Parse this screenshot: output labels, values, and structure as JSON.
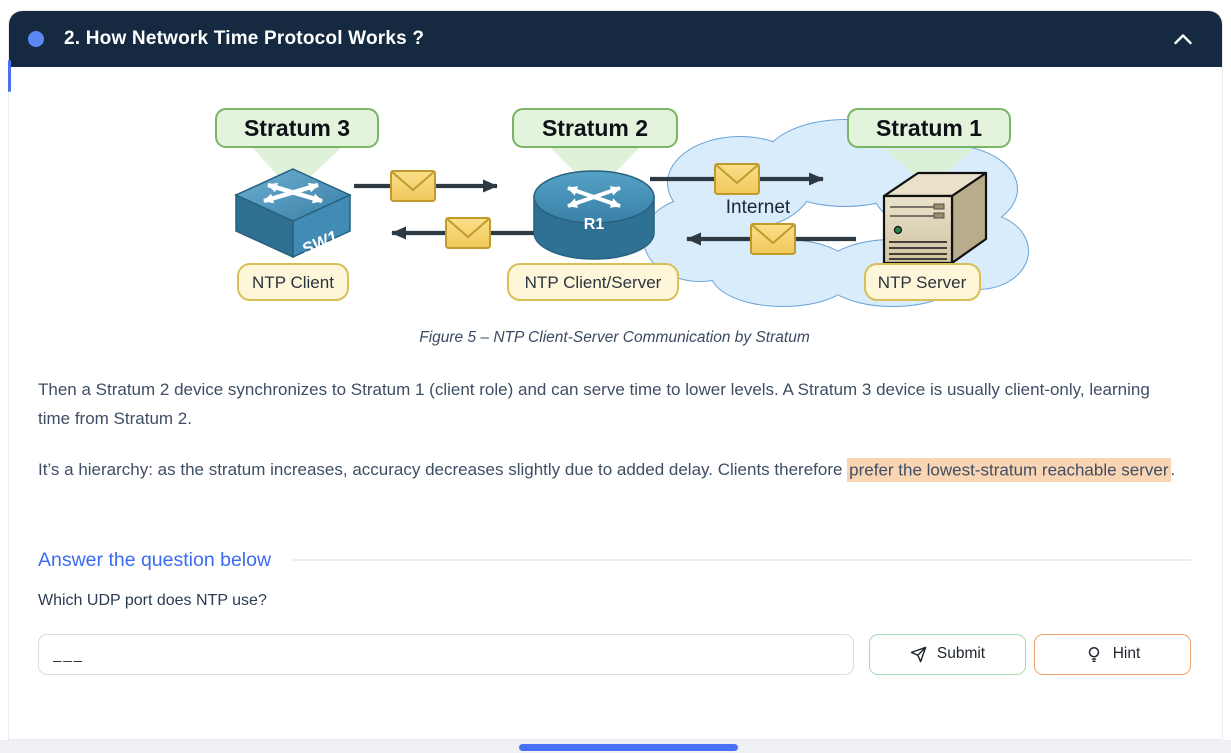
{
  "header": {
    "title": "2. How Network Time Protocol Works ?",
    "toggle_icon": "chevron-up",
    "bullet_color": "#5b87f2",
    "bg_color": "#152a40"
  },
  "diagram": {
    "stratum_labels": [
      "Stratum 3",
      "Stratum 2",
      "Stratum 1"
    ],
    "device_labels": {
      "switch": "SW1",
      "router": "R1"
    },
    "role_labels": [
      "NTP Client",
      "NTP Client/Server",
      "NTP Server"
    ],
    "cloud_label": "Internet",
    "caption": "Figure 5 – NTP Client-Server Communication by Stratum"
  },
  "content": {
    "paragraph1": "Then a Stratum 2 device synchronizes to Stratum 1 (client role) and can serve time to lower levels. A Stratum 3 device is usually client-only, learning time from Stratum 2.",
    "paragraph2_start": "It’s a hierarchy: as the stratum increases, accuracy decreases slightly due to added delay. Clients therefore ",
    "paragraph2_highlight": "prefer the lowest-stratum reachable server",
    "paragraph2_end": ".",
    "highlight_color": "#f9d5b3"
  },
  "question_section": {
    "heading": "Answer the question below",
    "heading_color": "#3b6bf2",
    "question": "Which UDP port does NTP use?",
    "input_placeholder": "___",
    "submit_label": "Submit",
    "submit_icon": "paper-plane",
    "hint_label": "Hint",
    "hint_icon": "lightbulb"
  }
}
